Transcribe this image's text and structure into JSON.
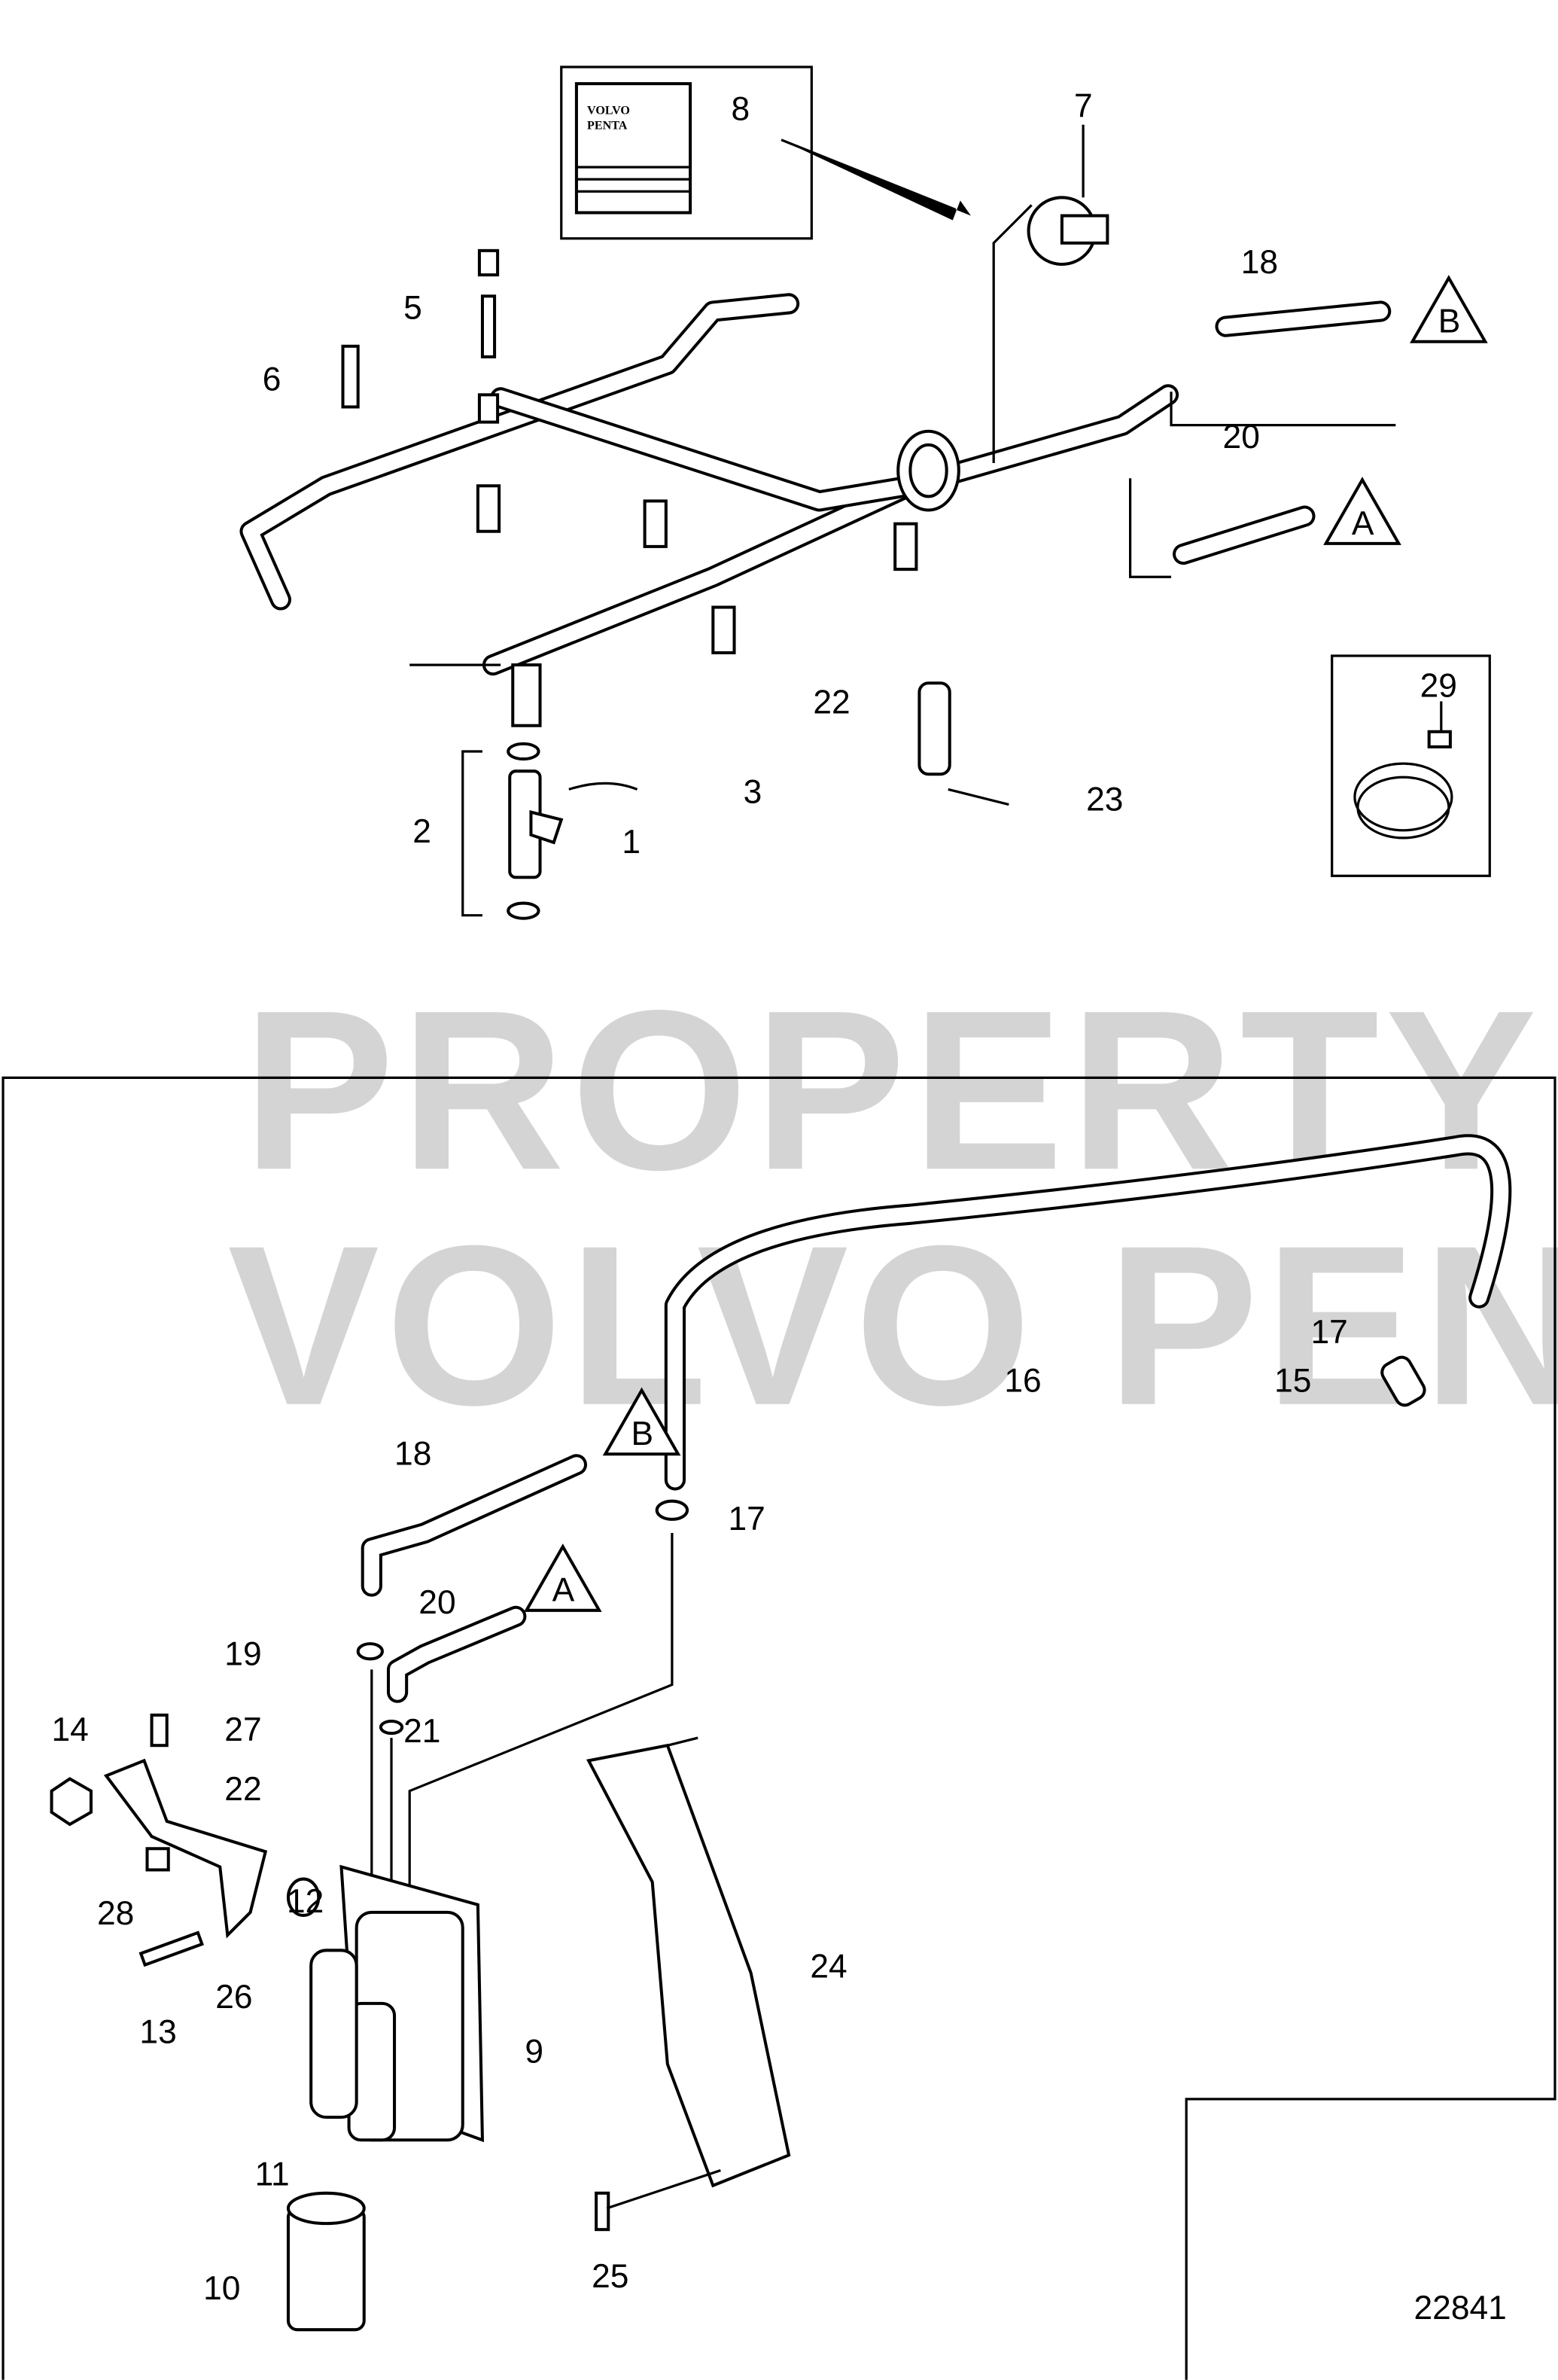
{
  "diagram": {
    "figure_number": "22841",
    "watermark": [
      "PROPERTY OF",
      "VOLVO PENTA"
    ],
    "manual_box_logo": [
      "VOLVO",
      "PENTA"
    ],
    "callouts": [
      "1",
      "2",
      "3",
      "5",
      "6",
      "7",
      "8",
      "18",
      "20",
      "B",
      "A",
      "22",
      "23",
      "29",
      "18",
      "B",
      "17",
      "16",
      "17",
      "15",
      "20",
      "A",
      "19",
      "21",
      "14",
      "27",
      "22",
      "12",
      "28",
      "26",
      "13",
      "24",
      "9",
      "11",
      "10",
      "25"
    ]
  }
}
